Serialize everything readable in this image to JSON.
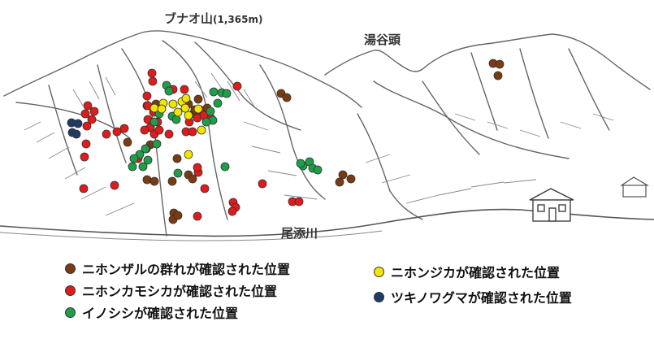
{
  "labels": {
    "peak": "ブナオ山",
    "peak_elev": "(1,365m)",
    "summit2": "湯谷頭",
    "river": "尾添川"
  },
  "colors": {
    "monkey": "#7a3b12",
    "serow": "#e01b1b",
    "boar": "#1f9e4a",
    "deer": "#f2e600",
    "bear": "#1f3b63"
  },
  "legend": {
    "monkey": "ニホンザルの群れが確認された位置",
    "serow": "ニホンカモシカが確認された位置",
    "boar": "イノシシが確認された位置",
    "deer": "ニホンジカが確認された位置",
    "bear": "ツキノワグマが確認された位置"
  }
}
